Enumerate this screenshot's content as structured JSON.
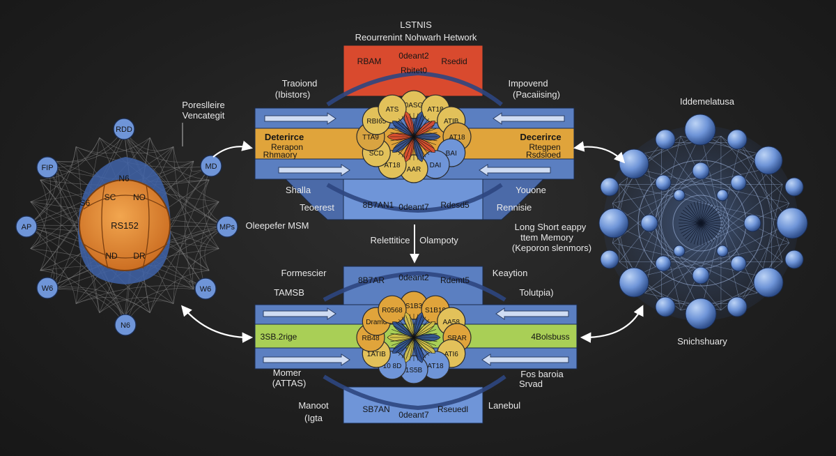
{
  "header": {
    "line1": "LSTNIS",
    "line2": "Reourrenint Nohwarh Hetwork"
  },
  "top_module": {
    "red_left": "RBAM",
    "red_center1": "0deant2",
    "red_center2": "Rbitet0",
    "red_right": "Rsedid",
    "band_left_title": "Deterirce",
    "band_left_sub1": "Rerapon",
    "band_left_sub2": "Rhmaory",
    "band_right_title": "Decerirce",
    "band_right_sub1": "Rtegpen",
    "band_right_sub2": "Rsdsloed",
    "bottom_left": "8B7AN1",
    "bottom_center": "0deant7",
    "bottom_right": "Rdesd5",
    "nodes": [
      "0ASG",
      "AT18",
      "ATIB",
      "AT18",
      "BAI",
      "DAI",
      "AAR",
      "AT18",
      "SCD",
      "TTA9",
      "RBI65",
      "ATS"
    ],
    "left_label1": "Traoiond",
    "left_label2": "(Ibistors)",
    "right_label1": "Impovend",
    "right_label2": "(Pacaiising)",
    "shalla": "Shalla",
    "teoerest": "Teoerest",
    "youone": "Youone",
    "rennisie": "Rennisie"
  },
  "bottom_module": {
    "top_left": "8B7AR",
    "top_center": "0deant2",
    "top_right": "Rdemt5",
    "band_left": "3SB.2rige",
    "band_right": "4Bolsbuss",
    "bottom_left": "SB7AN",
    "bottom_center": "0deant7",
    "bottom_right": "Rseuedl",
    "nodes": [
      "S1B3",
      "S1B19",
      "AA58",
      "SRAR",
      "ATI6",
      "AT18",
      "1S5B",
      "10 8D",
      "1ATIB",
      "RB48",
      "Dramd",
      "R0568"
    ],
    "formescier": "Formescier",
    "tamsb": "TAMSB",
    "momer1": "Momer",
    "momer2": "(ATTAS)",
    "manoot1": "Manoot",
    "manoot2": "(Igta",
    "keaytion": "Keaytion",
    "tolutpia": "Tolutpia)",
    "fosbaroia1": "Fos baroia",
    "fosbaroia2": "Srvad",
    "lanebul": "Lanebul"
  },
  "center": {
    "reletitice": "Relettitice",
    "olampoty": "Olampoty"
  },
  "left_network": {
    "title1": "Poreslleire",
    "title2": "Vencategit",
    "core": "RS152",
    "core_labels": [
      "SC",
      "ND",
      "NO",
      "DR",
      "N6",
      "S6"
    ],
    "satellites": [
      "RDD",
      "MD",
      "MPs",
      "W6",
      "N6",
      "W6",
      "AP",
      "FIP"
    ],
    "side_label": "Oleepefer MSM"
  },
  "right_network": {
    "title": "Iddemelatusa",
    "caption": "Snichshuary",
    "side1": "Long Short eappy",
    "side2": "ttem Memory",
    "side3": "(Keporon slenmors)"
  },
  "colors": {
    "red": "#d94a2e",
    "blue": "#5b7fc1",
    "lightblue": "#6f95d8",
    "gold": "#e0a43b",
    "green": "#a9cf56",
    "orange": "#e08a3b",
    "yellow": "#e2c15a"
  }
}
